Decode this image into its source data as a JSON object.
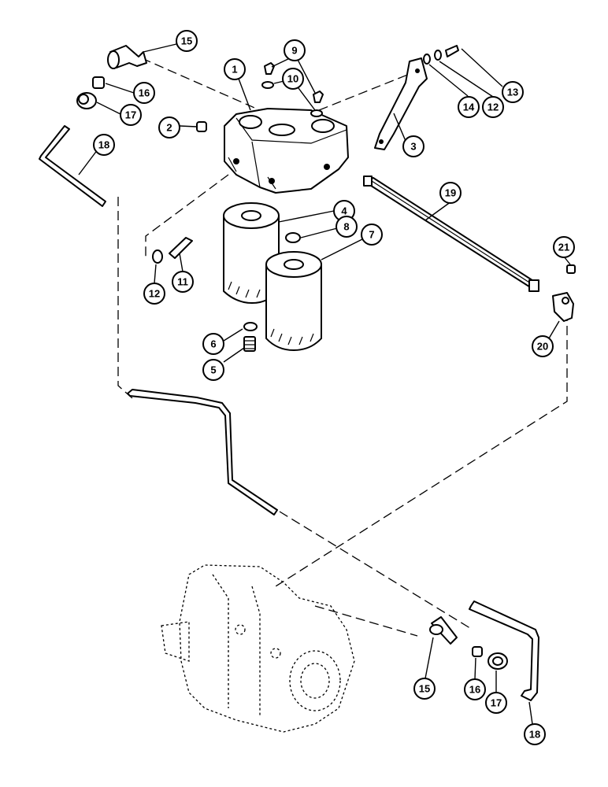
{
  "diagram": {
    "callouts": [
      {
        "id": "c15a",
        "label": "15"
      },
      {
        "id": "c16a",
        "label": "16"
      },
      {
        "id": "c17a",
        "label": "17"
      },
      {
        "id": "c18a",
        "label": "18"
      },
      {
        "id": "c1",
        "label": "1"
      },
      {
        "id": "c2",
        "label": "2"
      },
      {
        "id": "c9",
        "label": "9"
      },
      {
        "id": "c10",
        "label": "10"
      },
      {
        "id": "c3",
        "label": "3"
      },
      {
        "id": "c14",
        "label": "14"
      },
      {
        "id": "c12a",
        "label": "12"
      },
      {
        "id": "c13",
        "label": "13"
      },
      {
        "id": "c19",
        "label": "19"
      },
      {
        "id": "c4",
        "label": "4"
      },
      {
        "id": "c8",
        "label": "8"
      },
      {
        "id": "c7",
        "label": "7"
      },
      {
        "id": "c21",
        "label": "21"
      },
      {
        "id": "c20",
        "label": "20"
      },
      {
        "id": "c12b",
        "label": "12"
      },
      {
        "id": "c11",
        "label": "11"
      },
      {
        "id": "c6",
        "label": "6"
      },
      {
        "id": "c5",
        "label": "5"
      },
      {
        "id": "c15b",
        "label": "15"
      },
      {
        "id": "c16b",
        "label": "16"
      },
      {
        "id": "c17b",
        "label": "17"
      },
      {
        "id": "c18b",
        "label": "18"
      }
    ]
  }
}
